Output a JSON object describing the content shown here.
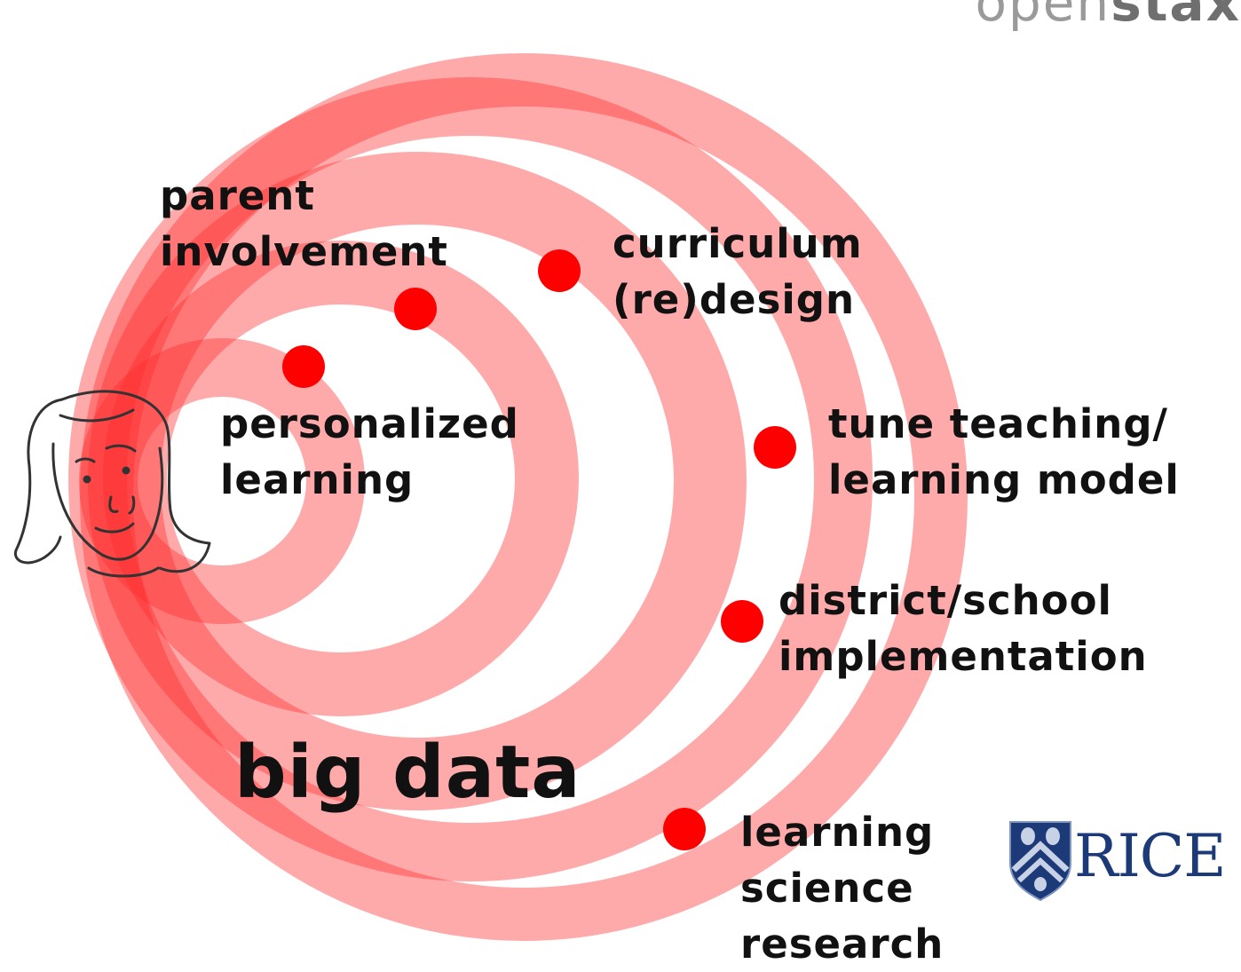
{
  "brand": {
    "part1": "open",
    "part2": "stax"
  },
  "labels": {
    "parent_involvement": "parent\ninvolvement",
    "curriculum_redesign": "curriculum\n(re)design",
    "personalized_learning": "personalized\nlearning",
    "tune_teaching": "tune teaching/\nlearning model",
    "district_school": "district/school\nimplementation",
    "big_data": "big data",
    "learning_science": "learning\nscience\nresearch"
  },
  "logo": {
    "text": "RICE"
  },
  "icons": {
    "student": "student-face-icon",
    "owl_shield": "rice-owl-shield-icon"
  },
  "colors": {
    "ring": "#fe9a9a",
    "dot": "#ff0000",
    "text": "#111111",
    "rice_blue": "#1c3a78",
    "brand_gray": "#8a8a8a"
  }
}
